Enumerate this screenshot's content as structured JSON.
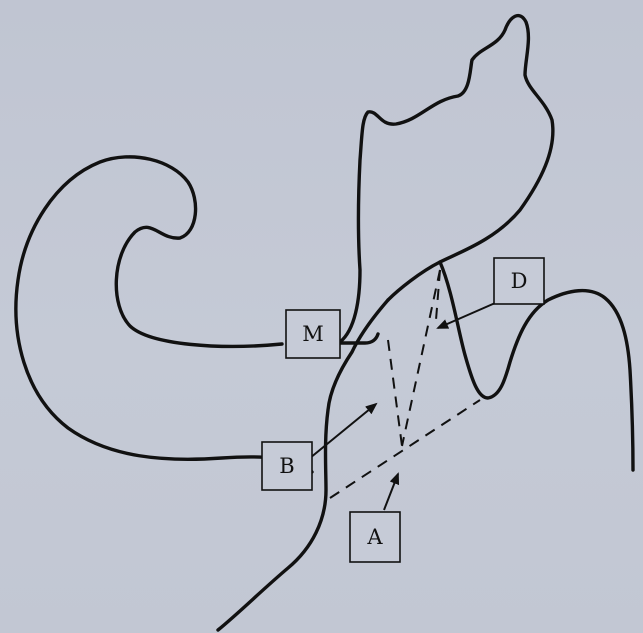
{
  "diagram": {
    "labels": {
      "m": "M",
      "d": "D",
      "b": "B",
      "a": "A"
    },
    "line_color": "#111111",
    "background_color": "#c3c8d4"
  }
}
